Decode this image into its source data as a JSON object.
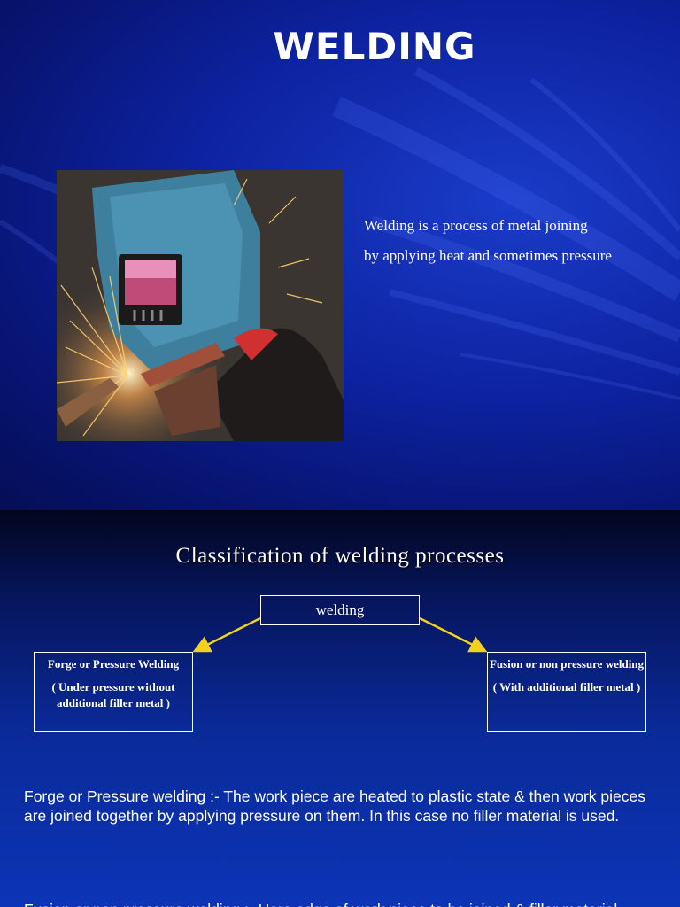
{
  "slide1": {
    "title": "WELDING",
    "description_lines": [
      "Welding is a process of metal joining",
      "by applying heat and sometimes pressure"
    ]
  },
  "slide2": {
    "title": "Classification  of welding processes",
    "root_box": "welding",
    "left_box": {
      "title": "Forge or Pressure Welding",
      "subtitle": "( Under pressure without additional filler metal )"
    },
    "right_box": {
      "title": "Fusion or non pressure welding",
      "subtitle": "( With additional filler metal )"
    },
    "paragraph1": "Forge or Pressure welding :- The work piece are heated to plastic state & then work pieces are joined together by applying pressure on them. In this case no filler material is used.",
    "paragraph2": "Fusion or non  pressure welding :- Here edge of work piece to be joined & filler material"
  },
  "colors": {
    "arrow": "#f2d21c",
    "text": "#ffffff"
  }
}
